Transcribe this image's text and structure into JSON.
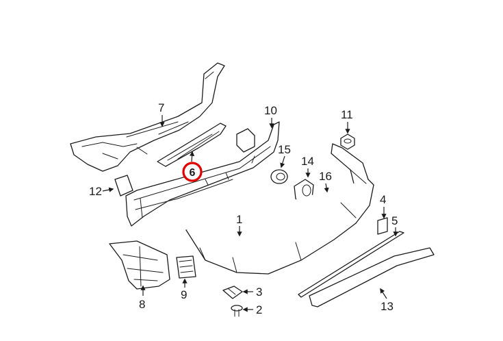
{
  "diagram": {
    "highlight_color": "#e00000",
    "highlighted": "6",
    "callouts": {
      "c1": "1",
      "c2": "2",
      "c3": "3",
      "c4": "4",
      "c5": "5",
      "c6": "6",
      "c7": "7",
      "c8": "8",
      "c9": "9",
      "c10": "10",
      "c11": "11",
      "c12": "12",
      "c13": "13",
      "c14": "14",
      "c15": "15",
      "c16": "16"
    }
  }
}
